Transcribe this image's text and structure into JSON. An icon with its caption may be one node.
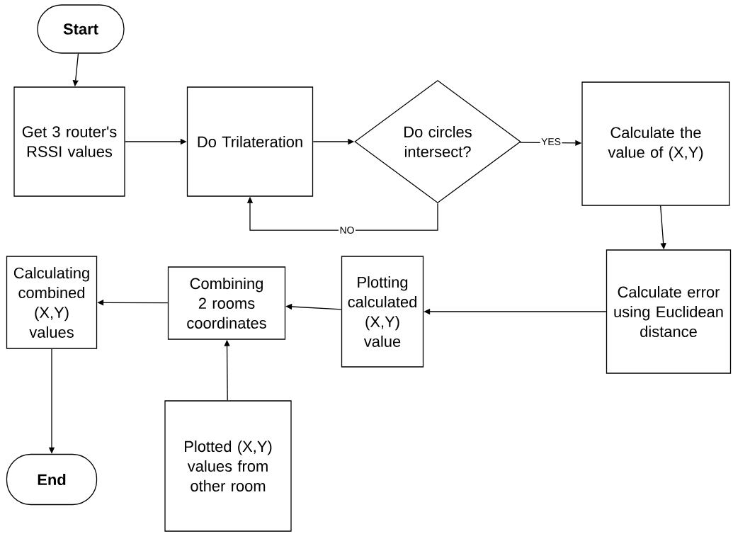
{
  "diagram": {
    "nodes": [
      {
        "text": [
          "Start"
        ]
      },
      {
        "text": [
          "Get 3 router's RSSI values"
        ]
      },
      {
        "text": [
          "Do Trilateration"
        ]
      },
      {
        "text": [
          "Do circles intersect?"
        ]
      },
      {
        "text": [
          "Calculate the value of (X,Y)"
        ]
      },
      {
        "text": [
          "Calculate error using Euclidean distance"
        ]
      },
      {
        "text": [
          "Plotting calculated (X,Y) value"
        ]
      },
      {
        "text": [
          "Combining 2 rooms coordinates"
        ]
      },
      {
        "text": [
          "Calculating combined (X,Y) values"
        ]
      },
      {
        "text": [
          "End"
        ]
      },
      {
        "text": [
          "Plotted (X,Y) values from other room"
        ]
      }
    ],
    "edges": [
      {
        "from": 0,
        "to": 1,
        "arrow": "to"
      },
      {
        "from": 1,
        "to": 2,
        "arrow": "to"
      },
      {
        "from": 2,
        "to": 3,
        "arrow": "to"
      },
      {
        "from": 3,
        "to": 4,
        "arrow": "to",
        "label": "YES"
      },
      {
        "from": 3,
        "to": 2,
        "arrow": "to",
        "label": "NO"
      },
      {
        "from": 4,
        "to": 5,
        "arrow": "to"
      },
      {
        "from": 5,
        "to": 6,
        "arrow": "to"
      },
      {
        "from": 6,
        "to": 7,
        "arrow": "to"
      },
      {
        "from": 7,
        "to": 8,
        "arrow": "to"
      },
      {
        "from": 8,
        "to": 9,
        "arrow": "to"
      },
      {
        "from": 10,
        "to": 7,
        "arrow": "to"
      }
    ]
  }
}
